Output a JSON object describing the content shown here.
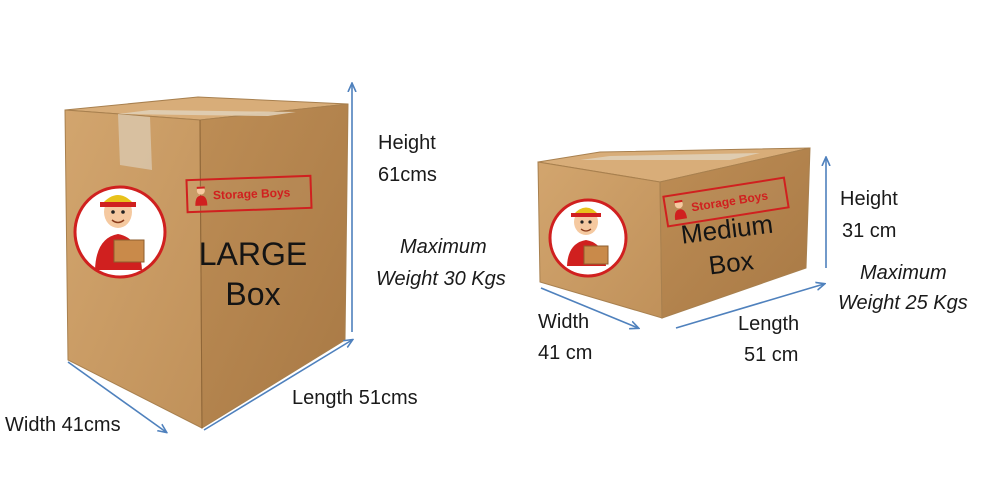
{
  "large_box": {
    "title_line1": "LARGE",
    "title_line2": "Box",
    "brand": "Storage Boys",
    "height_label": "Height",
    "height_value": "61cms",
    "weight_line1": "Maximum",
    "weight_line2": "Weight 30 Kgs",
    "length_label": "Length 51cms",
    "width_label": "Width 41cms"
  },
  "medium_box": {
    "title_line1": "Medium",
    "title_line2": "Box",
    "brand": "Storage Boys",
    "height_label": "Height",
    "height_value": "31 cm",
    "weight_line1": "Maximum",
    "weight_line2": "Weight 25 Kgs",
    "width_label": "Width",
    "width_value": "41 cm",
    "length_label": "Length",
    "length_value": "51 cm"
  },
  "colors": {
    "cardboard_front": "#c99b64",
    "cardboard_side": "#b5854f",
    "cardboard_top": "#d9b07c",
    "tape": "#d7c4a8",
    "brand_red": "#d0201f",
    "arrow_blue": "#4f81bd"
  }
}
